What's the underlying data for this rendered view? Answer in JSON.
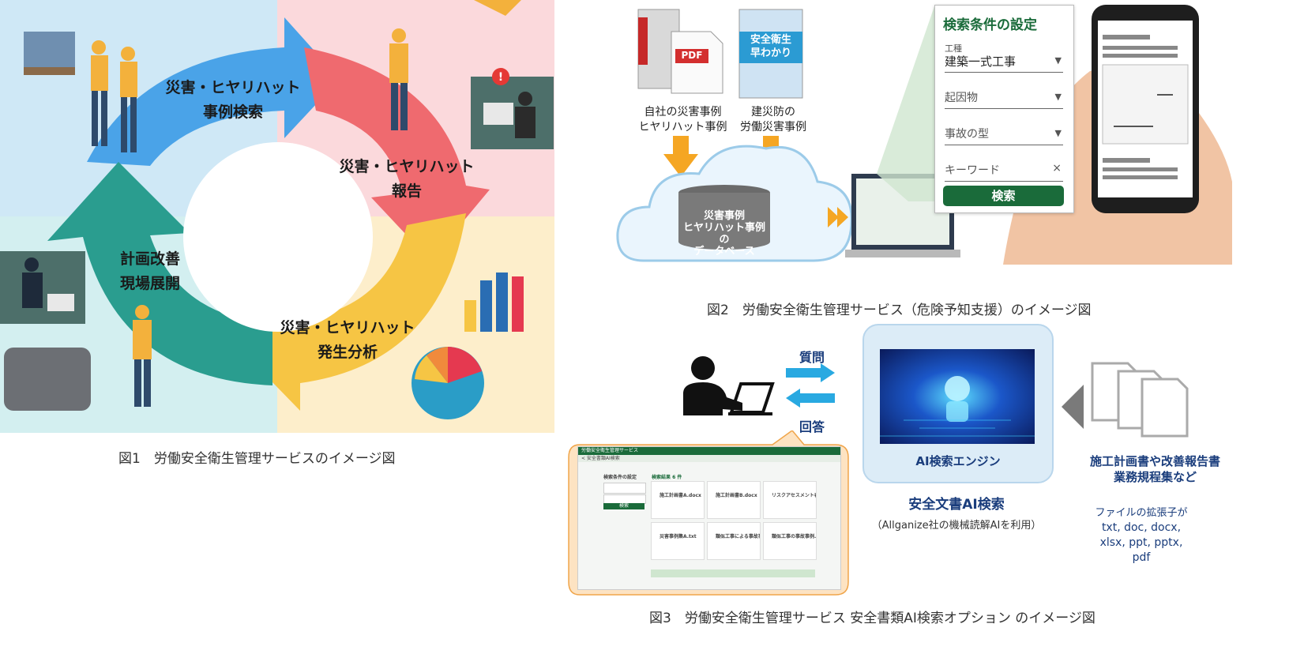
{
  "fig1": {
    "caption": "図1　労働安全衛生管理サービスのイメージ図",
    "steps": [
      {
        "line1": "災害・ヒヤリハット",
        "line2": "事例検索"
      },
      {
        "line1": "災害・ヒヤリハット",
        "line2": "報告"
      },
      {
        "line1": "災害・ヒヤリハット",
        "line2": "発生分析"
      },
      {
        "line1": "計画改善",
        "line2": "現場展開"
      }
    ],
    "colors": {
      "blue": "#4aa3e8",
      "red": "#ef6a6f",
      "yellow": "#f6c544",
      "teal": "#2a9d8f",
      "bg_blue": "#cfe8f6",
      "bg_red": "#fbd9dc",
      "bg_yellow": "#fdeecb",
      "bg_teal": "#d3eff0"
    }
  },
  "fig2": {
    "caption": "図2　労働安全衛生管理サービス（危険予知支援）のイメージ図",
    "pdf_label": "PDF",
    "book_title_line1": "安全衛生",
    "book_title_line2": "早わかり",
    "source1_line1": "自社の災害事例",
    "source1_line2": "ヒヤリハット事例",
    "source2_line1": "建災防の",
    "source2_line2": "労働災害事例",
    "db_line1": "災害事例",
    "db_line2": "ヒヤリハット事例の",
    "db_line3": "データベース",
    "search_panel": {
      "title": "検索条件の設定",
      "field1_label": "工種",
      "field1_value": "建築一式工事",
      "field2_value": "起因物",
      "field3_value": "事故の型",
      "field4_value": "キーワード",
      "clear_icon": "×",
      "button": "検索"
    }
  },
  "fig3": {
    "caption": "図3　労働安全衛生管理サービス 安全書類AI検索オプション のイメージ図",
    "question": "質問",
    "answer": "回答",
    "engine_label": "AI検索エンジン",
    "product_name": "安全文書AI検索",
    "product_note": "（Allganize社の機械読解AIを利用）",
    "docs_line1": "施工計画書や改善報告書",
    "docs_line2": "業務規程集など",
    "ext_line1": "ファイルの拡張子が",
    "ext_line2": "txt, doc, docx,",
    "ext_line3": "xlsx, ppt, pptx,",
    "ext_line4": "pdf",
    "screen": {
      "app_title": "労働安全衛生管理サービス",
      "breadcrumb": "< 安全書類AI検索",
      "condition_title": "検索条件の設定",
      "results_title": "検索結果 6 件",
      "search_button": "検索",
      "cards": [
        {
          "file": "施工計画書A.docx"
        },
        {
          "file": "施工計画書B.docx"
        },
        {
          "file": "リスクアセスメント表.xlsx"
        },
        {
          "file": "災害事例集A.txt"
        },
        {
          "file": "類似工事による事故事例.txt"
        },
        {
          "file": "類似工事の事故事例.docx"
        }
      ]
    }
  }
}
